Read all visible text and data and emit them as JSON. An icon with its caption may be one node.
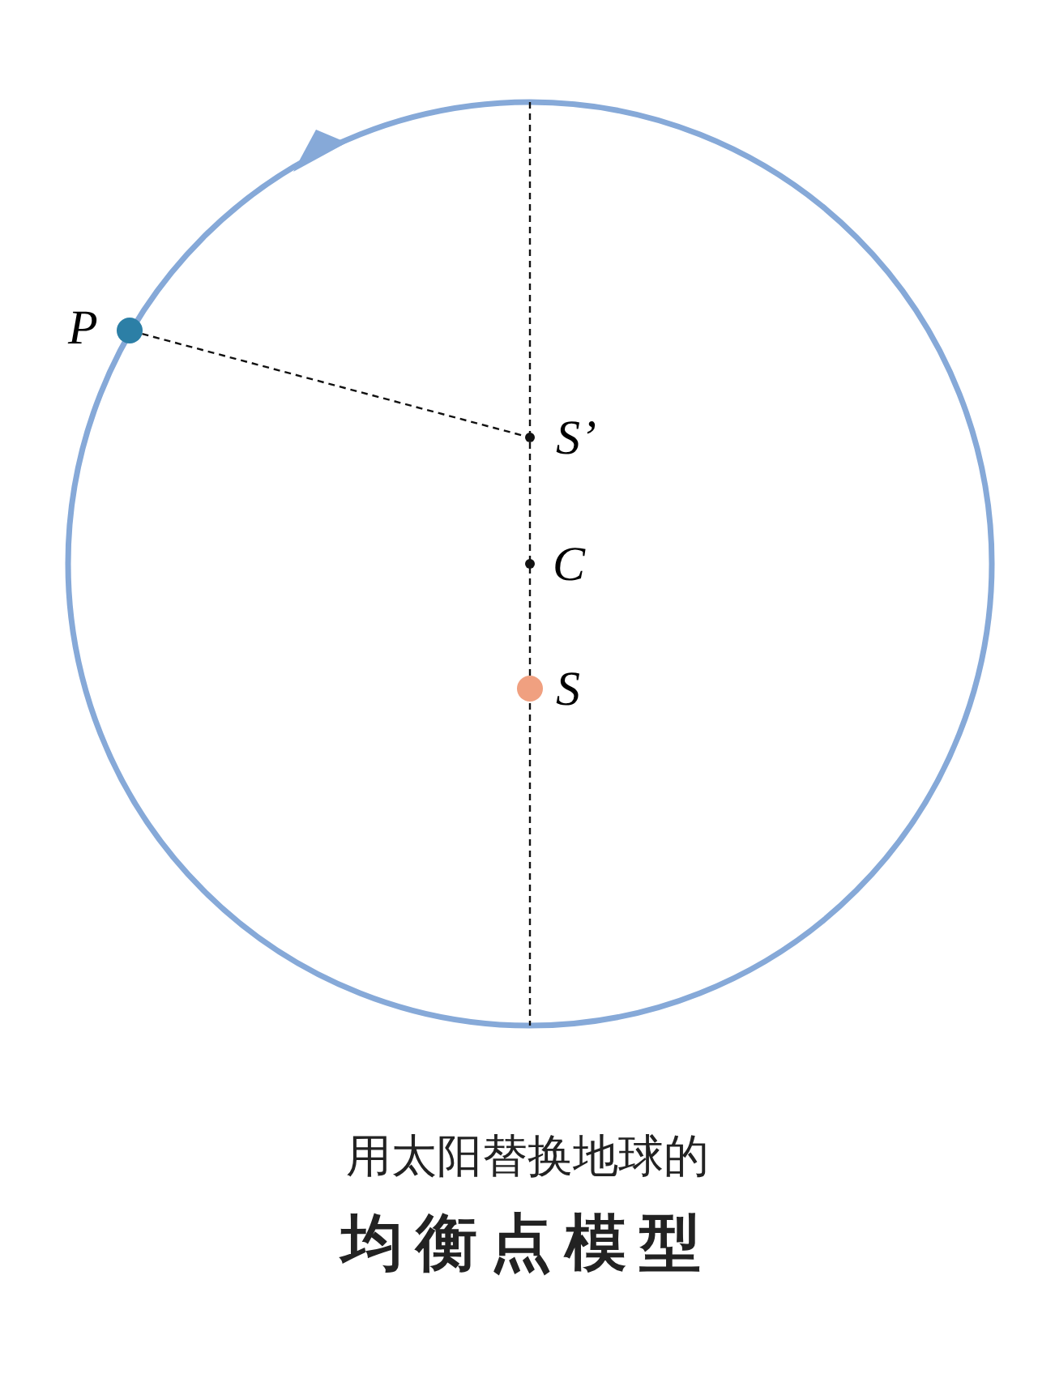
{
  "diagram": {
    "nodes": [
      {
        "text": [
          "P"
        ]
      },
      {
        "text": [
          "S’"
        ]
      },
      {
        "text": [
          "C"
        ]
      },
      {
        "text": [
          "S"
        ]
      }
    ],
    "edges": [
      {
        "from": 0,
        "to": 1,
        "arrow": "none",
        "style": "dashed"
      }
    ],
    "labels": [
      "用太阳替换地球的",
      "均衡点模型"
    ]
  }
}
